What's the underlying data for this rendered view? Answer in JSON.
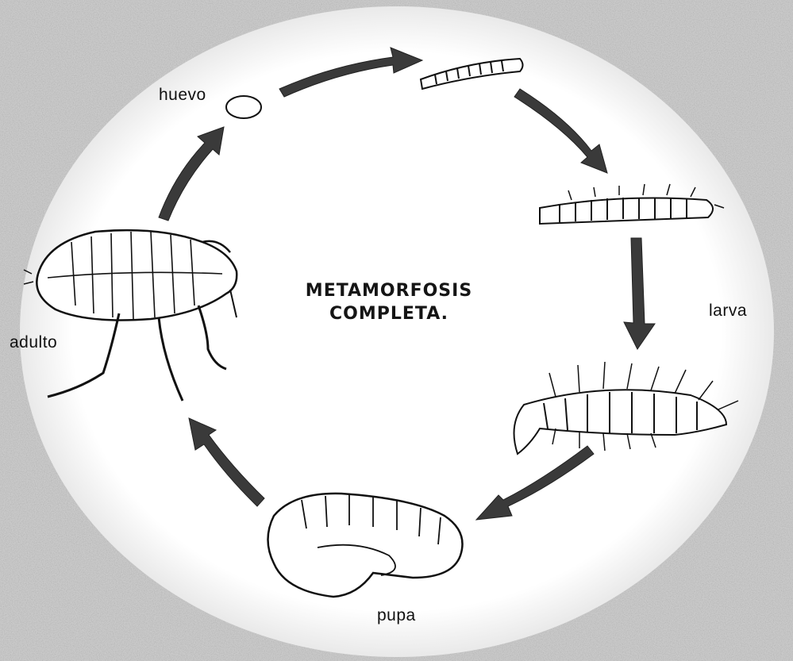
{
  "diagram": {
    "title_line1": "METAMORFOSIS",
    "title_line2": "COMPLETA.",
    "stages": {
      "egg": "huevo",
      "larva": "larva",
      "pupa": "pupa",
      "adult": "adulto"
    }
  },
  "colors": {
    "background_speckle": "#9a9a9a",
    "circle_fill": "#ffffff",
    "arrow": "#3a3a3a",
    "ink": "#151515"
  },
  "icons": [
    "egg-icon",
    "larva-stage1-icon",
    "larva-stage2-icon",
    "larva-stage3-icon",
    "pupa-icon",
    "flea-adult-icon",
    "cycle-arrow-icon"
  ]
}
